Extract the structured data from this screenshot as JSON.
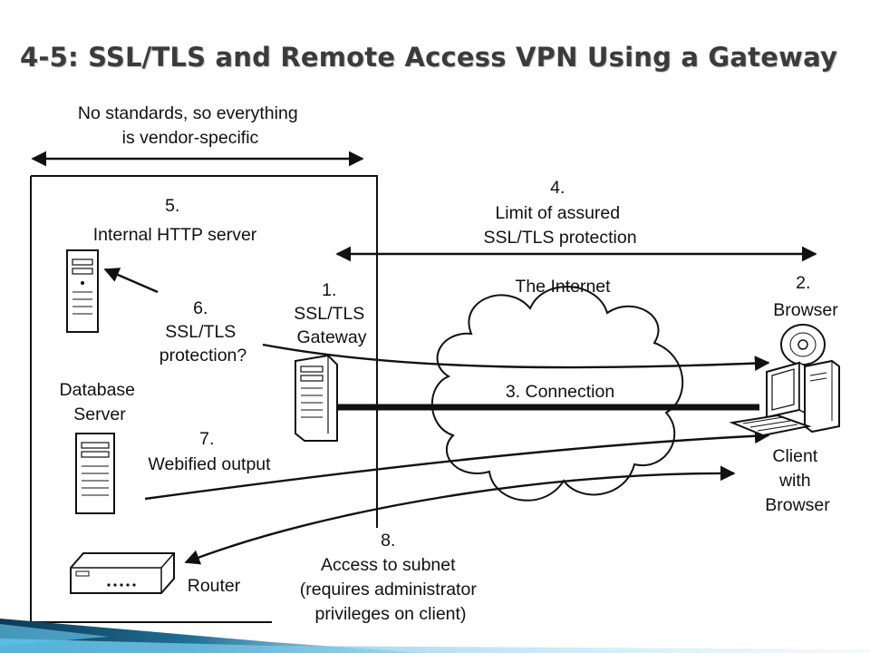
{
  "slide": {
    "title": "4-5: SSL/TLS and Remote Access VPN Using a Gateway"
  },
  "diagram": {
    "vendor_note": [
      "No standards, so everything",
      "is vendor-specific"
    ],
    "internal_http_server": [
      "5.",
      "Internal HTTP server"
    ],
    "limit_of_protection": [
      "4.",
      "Limit of assured",
      "SSL/TLS protection"
    ],
    "ssl_tls_protection": [
      "6.",
      "SSL/TLS",
      "protection?"
    ],
    "gateway": [
      "1.",
      "SSL/TLS",
      "Gateway"
    ],
    "internet": "The Internet",
    "browser": [
      "2.",
      "Browser"
    ],
    "connection": "3. Connection",
    "database_server": [
      "Database",
      "Server"
    ],
    "webified_output": [
      "7.",
      "Webified output"
    ],
    "client": [
      "Client",
      "with",
      "Browser"
    ],
    "access_to_subnet": [
      "8.",
      "Access to subnet",
      "(requires administrator",
      "privileges on client)"
    ],
    "router": "Router"
  },
  "colors": {
    "title": "#3b3b3b",
    "ink": "#111111",
    "accent_dark": "#0d3a55",
    "accent_light": "#8fd3f0"
  },
  "icons": {
    "servers": [
      "server-icon",
      "server-icon",
      "server-icon"
    ],
    "client": "computer-icon",
    "router": "router-icon",
    "cloud": "cloud-icon"
  }
}
